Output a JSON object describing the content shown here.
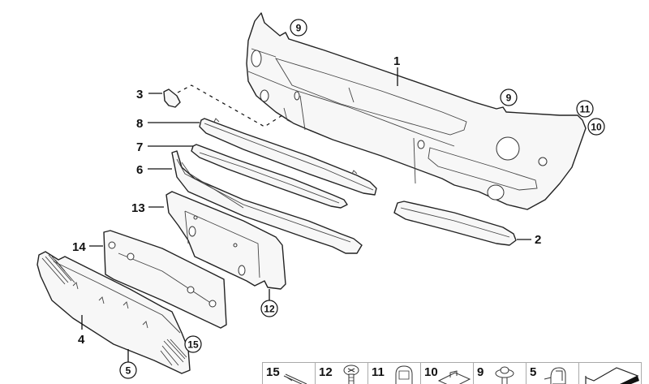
{
  "diagram": {
    "title": "Front bumper exploded parts diagram",
    "callouts": [
      {
        "id": "1",
        "label": "1",
        "part": "bumper-trim-panel"
      },
      {
        "id": "2",
        "label": "2",
        "part": "right-bumper-strip"
      },
      {
        "id": "3",
        "label": "3",
        "part": "tow-hook-cover"
      },
      {
        "id": "4",
        "label": "4",
        "part": "lower-grille"
      },
      {
        "id": "6",
        "label": "6",
        "part": "lower-trim-strip"
      },
      {
        "id": "7",
        "label": "7",
        "part": "middle-trim-strip"
      },
      {
        "id": "8",
        "label": "8",
        "part": "upper-trim-strip"
      },
      {
        "id": "13",
        "label": "13",
        "part": "license-plate-base"
      },
      {
        "id": "14",
        "label": "14",
        "part": "license-plate-holder"
      }
    ],
    "circled_callouts": [
      {
        "label": "9",
        "location": "bumper-top-left"
      },
      {
        "label": "9",
        "location": "bumper-top-right"
      },
      {
        "label": "11",
        "location": "bumper-right-corner"
      },
      {
        "label": "10",
        "location": "bumper-right-corner-lower"
      },
      {
        "label": "12",
        "location": "license-plate-base"
      },
      {
        "label": "15",
        "location": "grille-right"
      },
      {
        "label": "5",
        "location": "grille-bottom"
      }
    ]
  },
  "legend": {
    "items": [
      {
        "label": "15",
        "icon": "expanding-rivet-icon"
      },
      {
        "label": "12",
        "icon": "phillips-screw-icon"
      },
      {
        "label": "11",
        "icon": "hex-collar-nut-icon"
      },
      {
        "label": "10",
        "icon": "clip-nut-icon"
      },
      {
        "label": "9",
        "icon": "round-head-screw-icon"
      },
      {
        "label": "5",
        "icon": "spring-clip-icon"
      },
      {
        "label": "",
        "icon": "shim-wedge-icon"
      }
    ]
  }
}
